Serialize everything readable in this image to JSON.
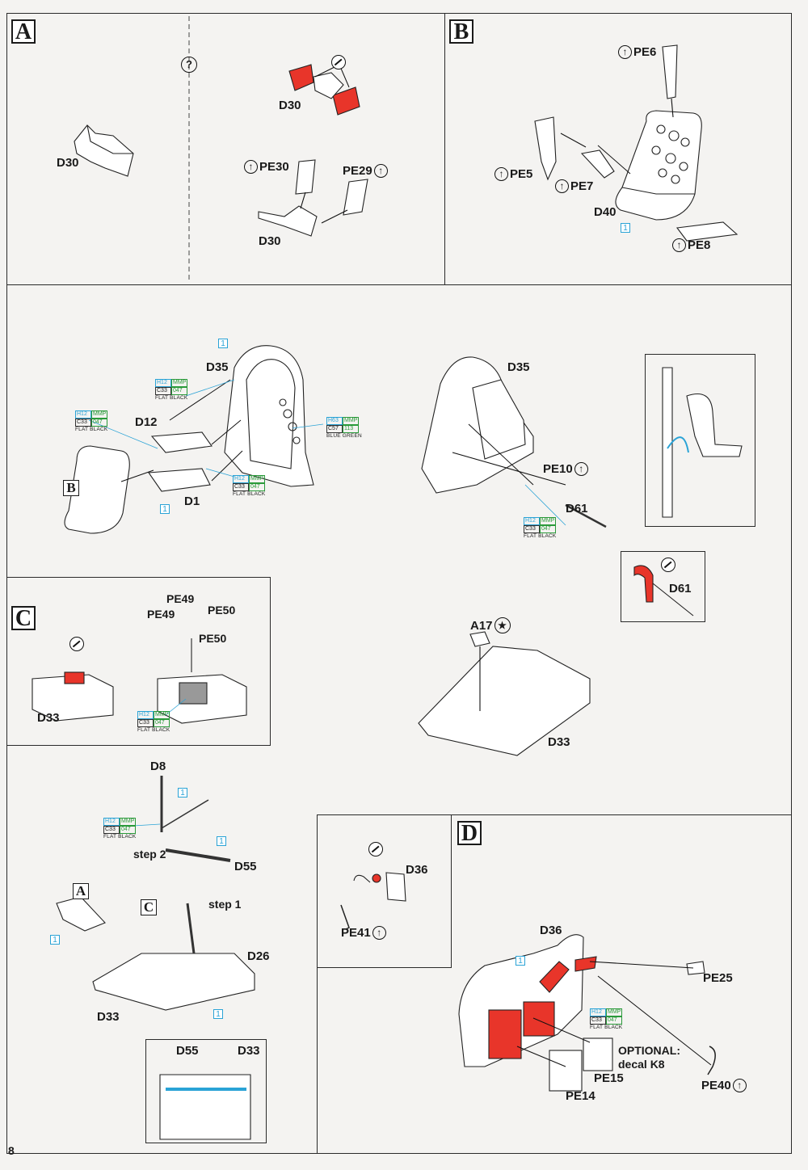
{
  "page_number": "8",
  "sections": {
    "A": {
      "tag": "A",
      "question": "?",
      "labels": {
        "d30_left": "D30",
        "d30_top": "D30",
        "d30_bottom": "D30",
        "pe30": "PE30",
        "pe29": "PE29"
      }
    },
    "B": {
      "tag": "B",
      "labels": {
        "pe6": "PE6",
        "pe5": "PE5",
        "pe7": "PE7",
        "d40": "D40",
        "pe8": "PE8"
      },
      "color_ref": "1"
    },
    "seat_assembly": {
      "labels": {
        "d35": "D35",
        "d12": "D12",
        "d1": "D1",
        "b_ref": "B"
      }
    },
    "bulkhead": {
      "labels": {
        "d35": "D35",
        "pe10": "PE10",
        "d61": "D61",
        "d61_detail": "D61"
      }
    },
    "C": {
      "tag": "C",
      "labels": {
        "pe49_top": "PE49",
        "pe49_left": "PE49",
        "pe50_right": "PE50",
        "pe50_bottom": "PE50",
        "d33": "D33"
      }
    },
    "floor_a17": {
      "labels": {
        "a17": "A17",
        "d33": "D33"
      }
    },
    "floor_assembly": {
      "labels": {
        "d8": "D8",
        "step2": "step 2",
        "d55": "D55",
        "step1": "step 1",
        "d26": "D26",
        "d33": "D33",
        "a_ref": "A",
        "c_ref": "C",
        "inset_d55": "D55",
        "inset_d33": "D33"
      }
    },
    "D": {
      "tag": "D",
      "labels": {
        "d36_top": "D36",
        "pe41": "PE41",
        "d36": "D36",
        "pe25": "PE25",
        "optional": "OPTIONAL:",
        "decal": "decal K8",
        "pe15": "PE15",
        "pe14": "PE14",
        "pe40": "PE40"
      }
    }
  },
  "paints": {
    "flat_black": {
      "h": "H12",
      "mmp": "MMP",
      "c": "C33",
      "num": "047",
      "name": "FLAT BLACK"
    },
    "blue_green": {
      "h": "H63",
      "mmp": "MMP",
      "c": "C57",
      "num": "113",
      "name": "BLUE GREEN"
    }
  },
  "color_ref_one": "1",
  "icons": {
    "photo_etch": "photo-etch-arrow-icon",
    "remove": "remove-part-icon",
    "optional": "question-circle-icon",
    "star": "star-circle-icon"
  },
  "colors": {
    "highlight": "#e8352a",
    "paint_blue": "#2aa3d6",
    "paint_green": "#2a9a3a"
  }
}
